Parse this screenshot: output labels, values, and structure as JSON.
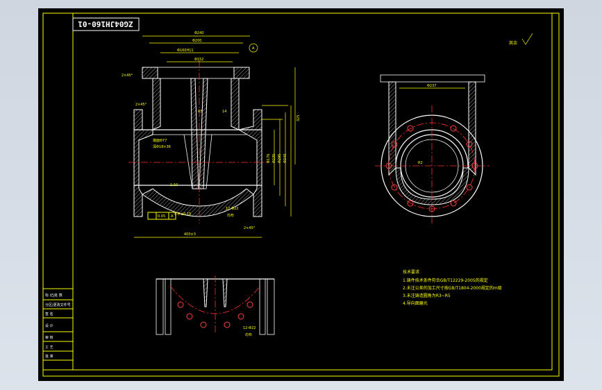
{
  "drawing": {
    "code": "ZG04JH160-01",
    "rough_mark": "其余",
    "datum_label": "A"
  },
  "dims": {
    "top_width": "Φ240",
    "top_width2": "Φ200",
    "bore": "Φ160H11",
    "inner_top": "Φ152",
    "chamfer1": "2×45°",
    "chamfer2": "2×45°",
    "chamfer3": "2×45°",
    "height_right": "325",
    "flange_thk": "14",
    "left_dia": "Φ176",
    "r1": "Φ235",
    "r2": "Φ295",
    "r3": "Φ340",
    "bottom_len": "400±3",
    "holes": "12-Φ22",
    "through": "均布",
    "inner_r": "R5",
    "end_face": "端面Φ77",
    "depth": "深Φ18×36",
    "plan_bore": "Φ237",
    "plan_r": "R2",
    "tolerance": "0.05",
    "datum_ref": "A",
    "small_label": "1:10",
    "flatness": "不平±0.15"
  },
  "tech_notes": {
    "title": "技术要求",
    "items": [
      "1.铸件技术条件符合GB/T12229-2005的规定",
      "2.未注公差的加工尺寸按GB/T1804-2000规定的m级",
      "3.未注铸造圆角为R3~R5",
      "4.导向面磨光"
    ]
  },
  "title_block": {
    "rows": [
      "标 记|处 数",
      "分区|更改文件号",
      "签 名",
      "设 计",
      "审 核",
      "工 艺",
      "批 准"
    ]
  }
}
